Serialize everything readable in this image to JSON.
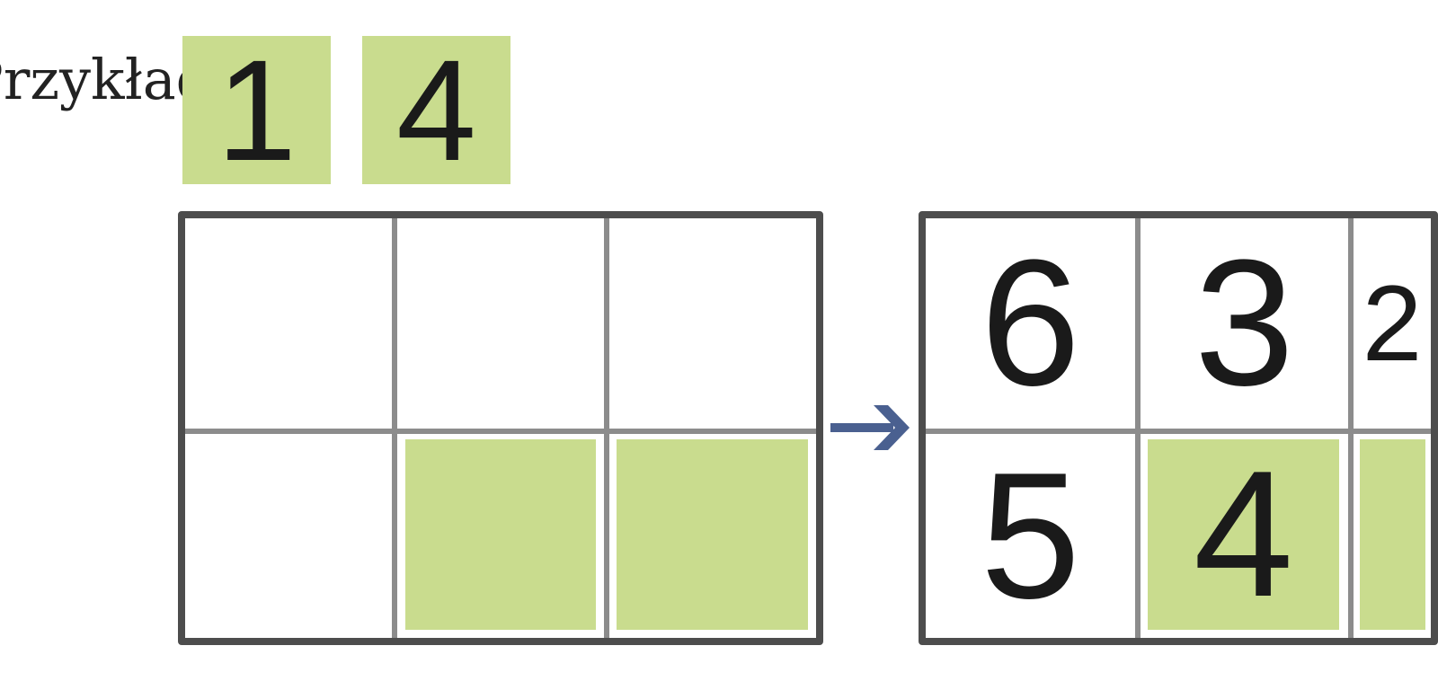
{
  "label": "Przykład",
  "tiles": [
    "1",
    "4"
  ],
  "colors": {
    "green": "#c9dc8e",
    "border": "#4d4d4d",
    "arrow": "#4a6090"
  },
  "before_grid": {
    "rows": [
      [
        "",
        "",
        ""
      ],
      [
        "",
        "green",
        "green"
      ]
    ]
  },
  "after_grid": {
    "rows": [
      [
        "6",
        "3",
        "2"
      ],
      [
        "5",
        "4",
        ""
      ]
    ]
  }
}
